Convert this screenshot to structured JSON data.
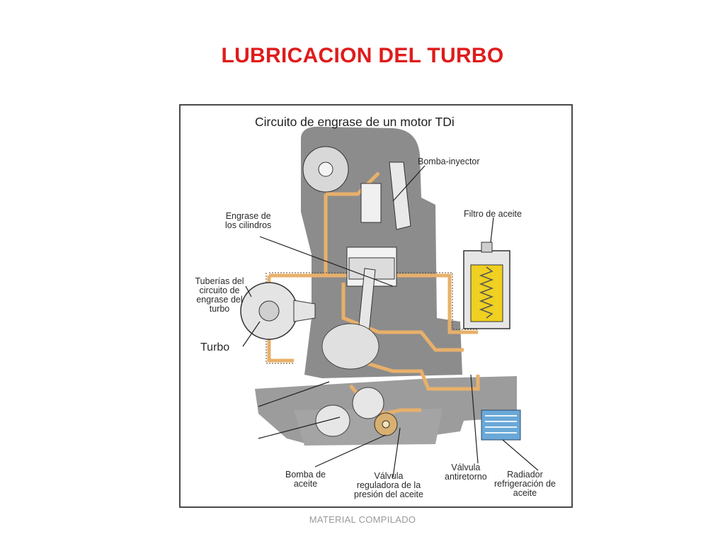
{
  "slide": {
    "title": "LUBRICACION DEL TURBO",
    "footer": "MATERIAL COMPILADO"
  },
  "diagram": {
    "title": "Circuito de engrase de un motor TDi",
    "labels": {
      "bomba_inyector": "Bomba-inyector",
      "engrase_cilindros": "Engrase de\nlos cilindros",
      "filtro_aceite": "Filtro de aceite",
      "tuberias_turbo": "Tuberías del\ncircuito de\nengrase del\nturbo",
      "turbo": "Turbo",
      "bomba_aceite": "Bomba de\naceite",
      "valvula_reguladora": "Válvula\nreguladora de la\npresión del aceite",
      "valvula_antiretorno": "Válvula\nantiretorno",
      "radiador": "Radiador\nrefrigeración de\naceite"
    },
    "colors": {
      "engine_block": "#8c8c8c",
      "oil_sump": "#9c9c9c",
      "oil_line": "#e8b06a",
      "filter_element": "#f0d020",
      "radiator": "#6aa8d8"
    }
  }
}
